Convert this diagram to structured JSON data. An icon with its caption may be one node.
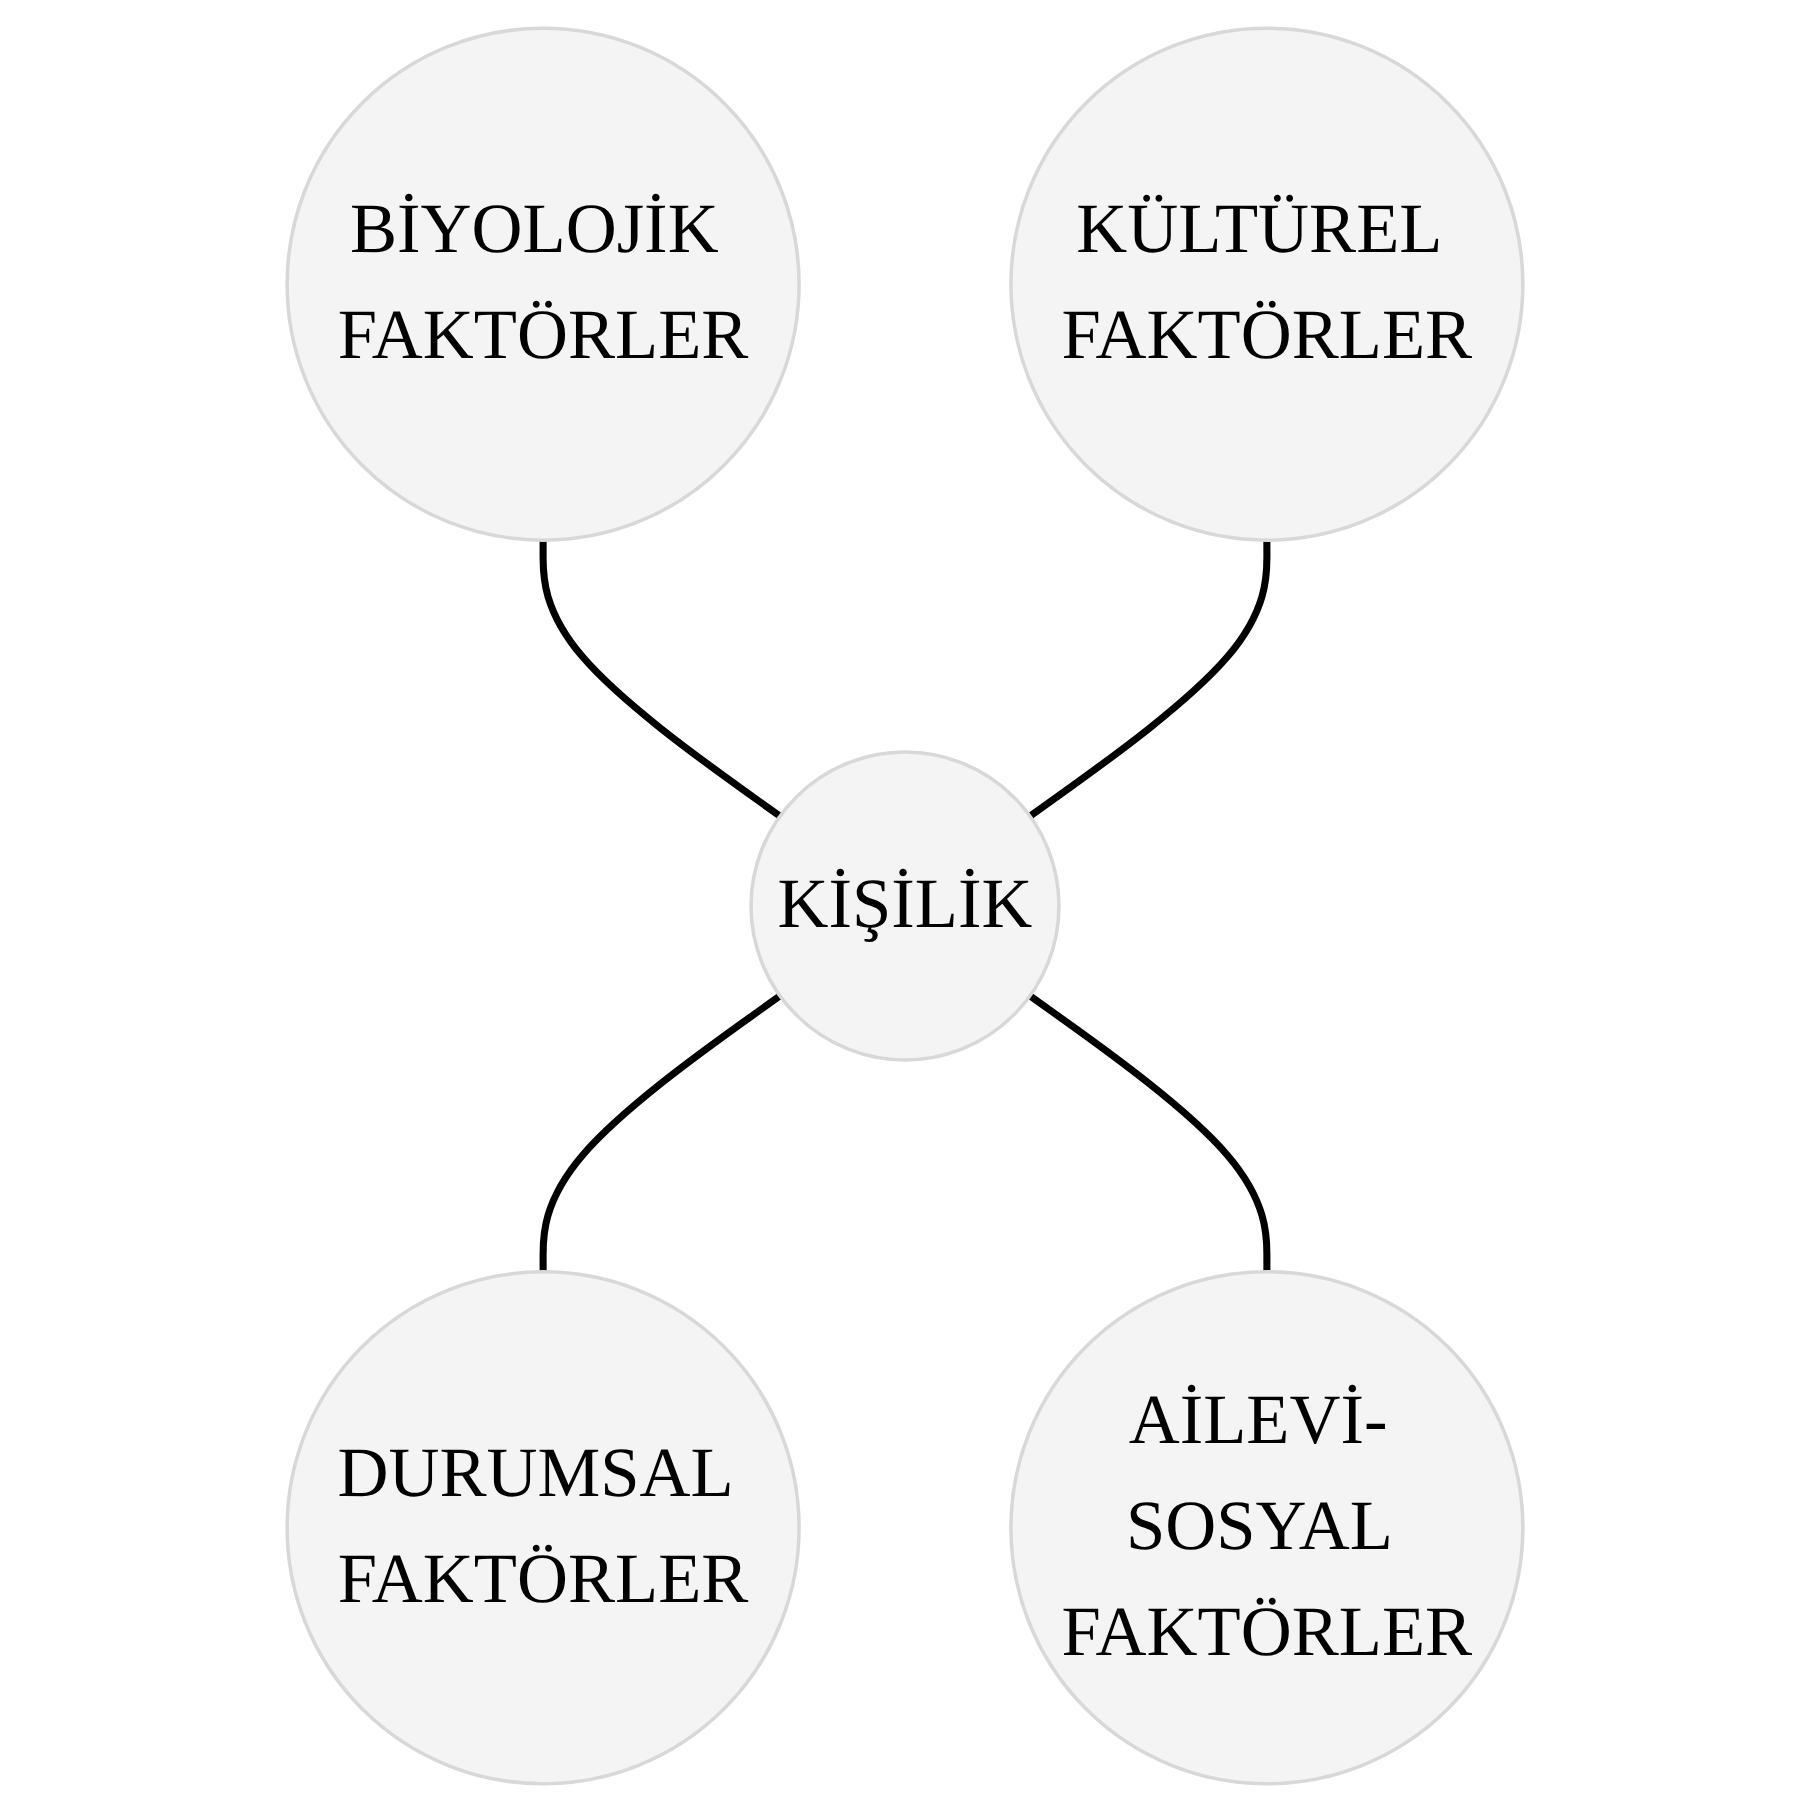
{
  "diagram": {
    "nodes": [
      {
        "text": [
          "BİYOLOJİK FAKTÖRLER"
        ]
      },
      {
        "text": [
          "KÜLTÜREL FAKTÖRLER"
        ]
      },
      {
        "text": [
          "KİŞİLİK"
        ]
      },
      {
        "text": [
          "DURUMSAL FAKTÖRLER"
        ]
      },
      {
        "text": [
          "AİLEVİ- SOSYAL FAKTÖRLER"
        ]
      }
    ],
    "edges": [
      {
        "from": 0,
        "to": 2,
        "arrow": "none"
      },
      {
        "from": 1,
        "to": 2,
        "arrow": "none"
      },
      {
        "from": 2,
        "to": 3,
        "arrow": "none"
      },
      {
        "from": 2,
        "to": 4,
        "arrow": "none"
      }
    ]
  }
}
